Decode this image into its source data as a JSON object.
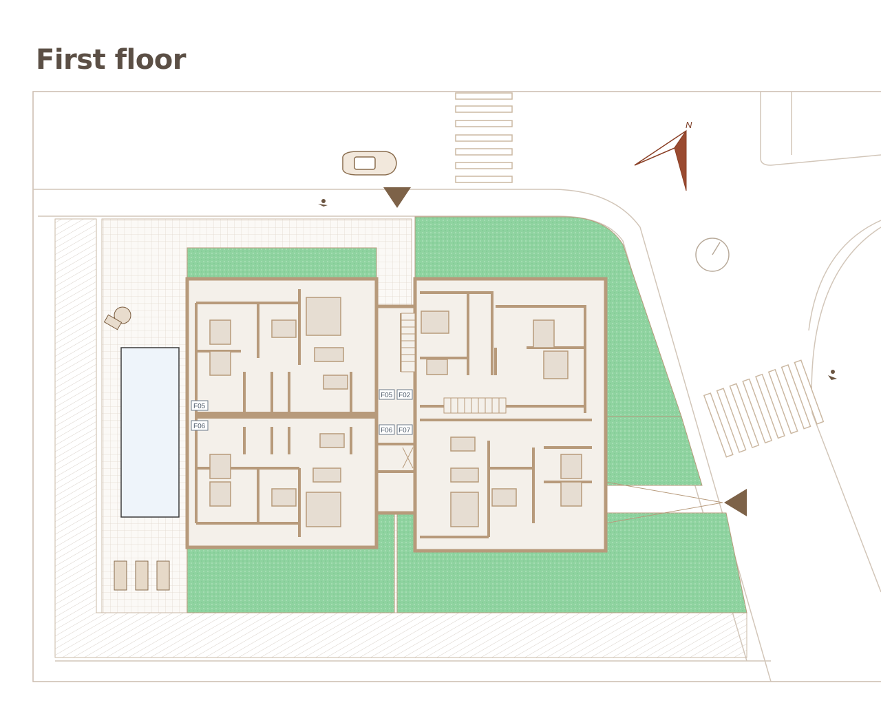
{
  "page": {
    "title": "First floor"
  },
  "plan": {
    "compass_label": "N",
    "unit_labels": {
      "left_top": "F05",
      "left_bottom": "F06",
      "core_top_left": "F05",
      "core_top_right": "F02",
      "core_bottom_left": "F06",
      "core_bottom_right": "F07"
    }
  },
  "colors": {
    "wall": "#b79a7b",
    "garden": "#8fd3a0",
    "pool": "#eef5fb",
    "floor": "#f4f0ea",
    "line": "#c9b8a6",
    "compass": "#9a4a30"
  }
}
